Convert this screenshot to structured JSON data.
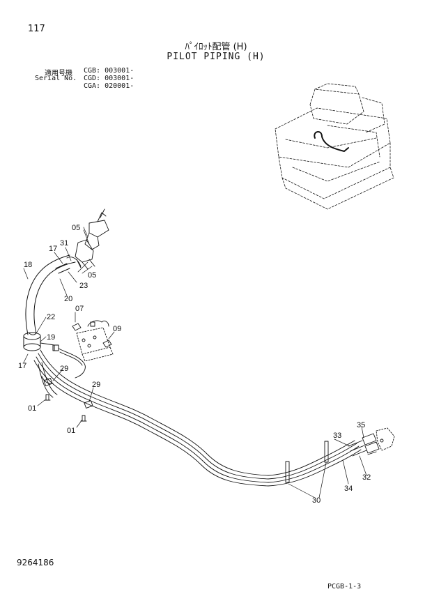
{
  "header": {
    "page_number": "117",
    "title_jp": "ﾊﾟｲﾛｯﾄ配管 (H)",
    "title_en": "PILOT PIPING (H)"
  },
  "serial_block": {
    "row1_label": "適用号機",
    "row1_value": "CGB: 003001-",
    "row2_label": "Serial No.",
    "row2_value": "CGD: 003001-",
    "row3_value": "CGA: 020001-"
  },
  "callouts": {
    "c05a": "05",
    "c05b": "05",
    "c17a": "17",
    "c31": "31",
    "c18": "18",
    "c23": "23",
    "c20": "20",
    "c22": "22",
    "c19": "19",
    "c17b": "17",
    "c07": "07",
    "c09": "09",
    "c29a": "29",
    "c29b": "29",
    "c01a": "01",
    "c01b": "01",
    "c33": "33",
    "c35": "35",
    "c34": "34",
    "c32": "32",
    "c30": "30"
  },
  "footer": {
    "doc_number": "9264186",
    "page_code": "PCGB-1-3"
  }
}
